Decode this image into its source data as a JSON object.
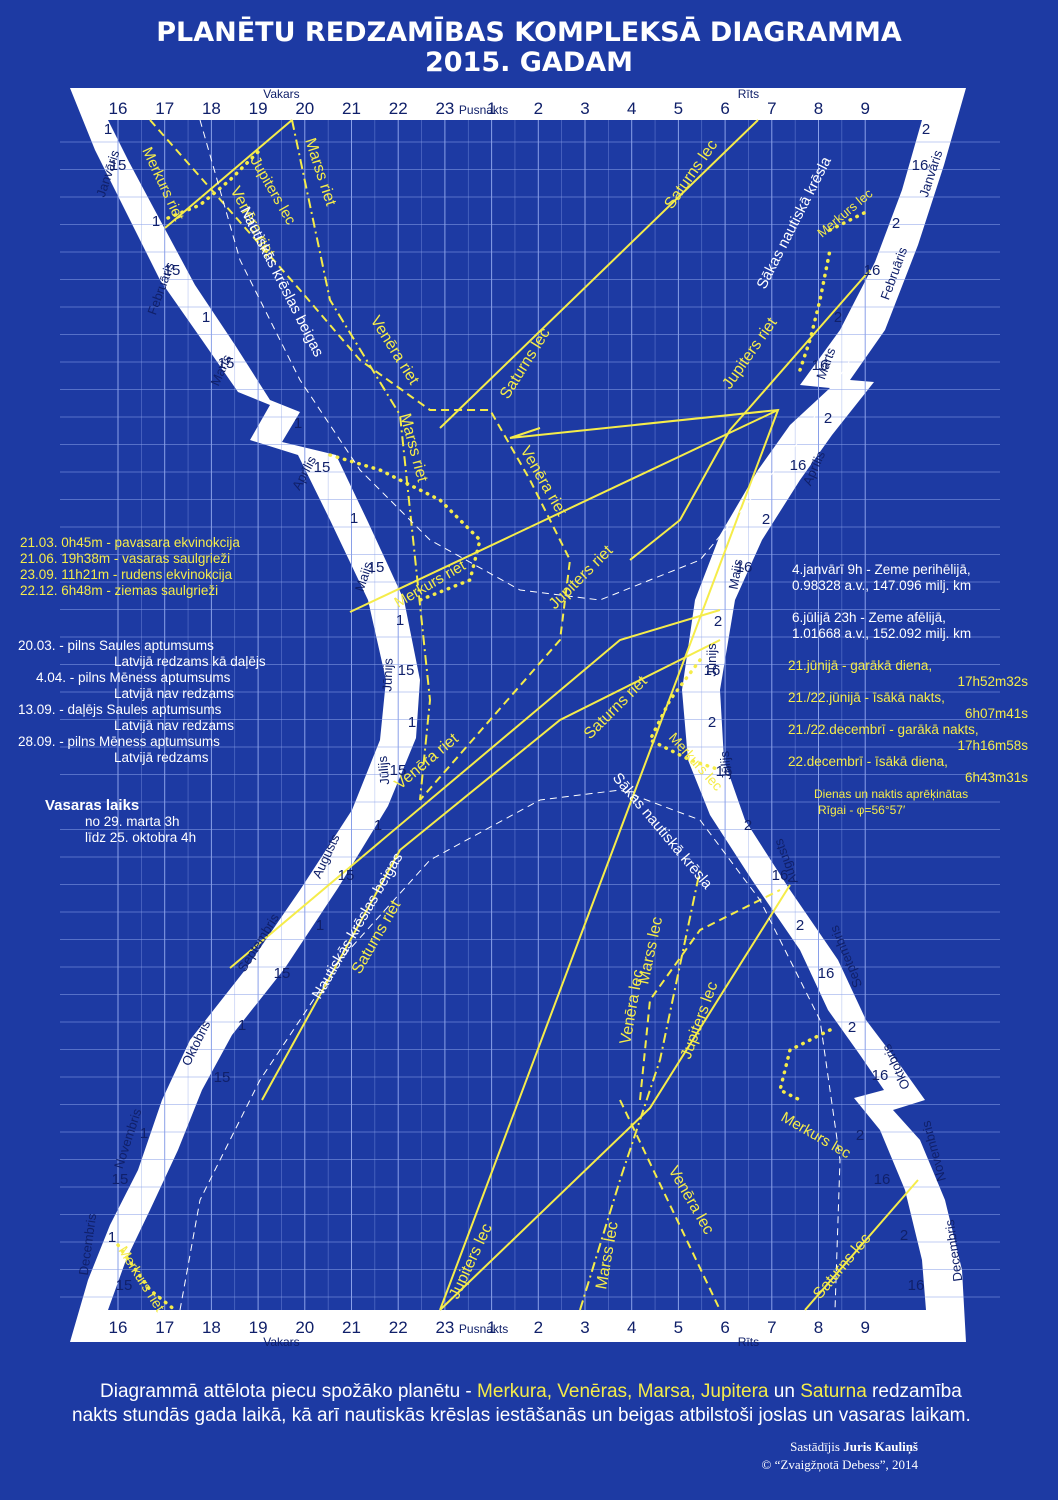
{
  "title": {
    "line1": "PLANĒTU REDZAMĪBAS KOMPLEKSĀ DIAGRAMMA",
    "line2": "2015. GADAM"
  },
  "axis": {
    "hours": [
      "16",
      "17",
      "18",
      "19",
      "20",
      "21",
      "22",
      "23",
      "1",
      "2",
      "3",
      "4",
      "5",
      "6",
      "7",
      "8",
      "9"
    ],
    "midnight": "Pusnakts",
    "evening": "Vakars",
    "morning": "Rīts"
  },
  "months_left": [
    "Janvāris",
    "Februāris",
    "Marts",
    "Aprīlis",
    "Maijs",
    "Jūnijs",
    "Jūlijs",
    "Augusts",
    "Septembris",
    "Oktobris",
    "Novembris",
    "Decembris"
  ],
  "months_right": [
    "Janvāris",
    "Februāris",
    "Marts",
    "Aprīlis",
    "Maijs",
    "Jūnijs",
    "Jūlijs",
    "Augusts",
    "Septembris",
    "Oktobris",
    "Novembris",
    "Decembris"
  ],
  "day_marks": {
    "left_1": "1",
    "left_15": "15",
    "right_2": "2",
    "right_16": "16"
  },
  "curve_labels": {
    "merkurs_riet": "Merkurs riet",
    "jupiters_lec": "Jupiters lec",
    "marss_riet": "Marss riet",
    "venera_riet": "Venēra riet",
    "nautiskas_beigas": "Nautiskās krēslas beigas",
    "saturns_lec": "Saturns lec",
    "sakas_nautiska": "Sākas nautiskā krēsla",
    "merkurs_lec": "Merkurs lec",
    "jupiters_riet": "Jupiters riet",
    "saturns_riet": "Saturns riet",
    "marss_lec": "Marss lec",
    "venera_lec": "Venēra lec"
  },
  "left_panel": {
    "equinox": [
      "21.03. 0h45m - pavasara ekvinokcija",
      "21.06. 19h38m - vasaras saulgrieži",
      "23.09. 11h21m - rudens ekvinokcija",
      "22.12. 6h48m - ziemas saulgrieži"
    ],
    "eclipses": [
      "20.03. - pilns Saules aptumsums",
      "Latvijā redzams kā daļējs",
      "4.04. - pilns Mēness aptumsums",
      "Latvijā nav redzams",
      "13.09. - daļējs Saules aptumsums",
      "Latvijā nav redzams",
      "28.09. - pilns Mēness aptumsums",
      "Latvijā redzams"
    ],
    "summer_time_title": "Vasaras laiks",
    "summer_time": [
      "no 29. marta 3h",
      "līdz 25. oktobra 4h"
    ]
  },
  "right_panel": {
    "earth": [
      "4.janvārī 9h - Zeme perihēlijā,",
      "0.98328 a.v., 147.096 milj. km",
      "6.jūlijā 23h - Zeme afēlijā,",
      "1.01668 a.v., 152.092 milj. km"
    ],
    "days": [
      "21.jūnijā - garākā diena,",
      "17h52m32s",
      "21./22.jūnijā - īsākā nakts,",
      "6h07m41s",
      "21./22.decembrī - garākā nakts,",
      "17h16m58s",
      "22.decembrī - īsākā diena,",
      "6h43m31s",
      "Dienas un naktis aprēķinātas",
      "Rīgai - φ=56°57′"
    ]
  },
  "footer": {
    "intro": "Diagrammā attēlota piecu spožāko planētu - ",
    "planets": "Merkura, Venēras, Marsa, Jupitera",
    "and": " un",
    "saturn": "Saturna",
    "rest": " redzamība nakts stundās gada laikā, kā arī nautiskās krēslas iestāšanās un beigas atbilstoši joslas un vasaras laikam."
  },
  "credit": {
    "author_prefix": "Sastādījis ",
    "author": "Juris Kauliņš",
    "copyright": "© “Zvaigžņotā Debess”, 2014"
  },
  "colors": {
    "background": "#1d3aa3",
    "band": "#ffffff",
    "accent": "#f5ec4a",
    "grid": "#8aa0e8"
  }
}
